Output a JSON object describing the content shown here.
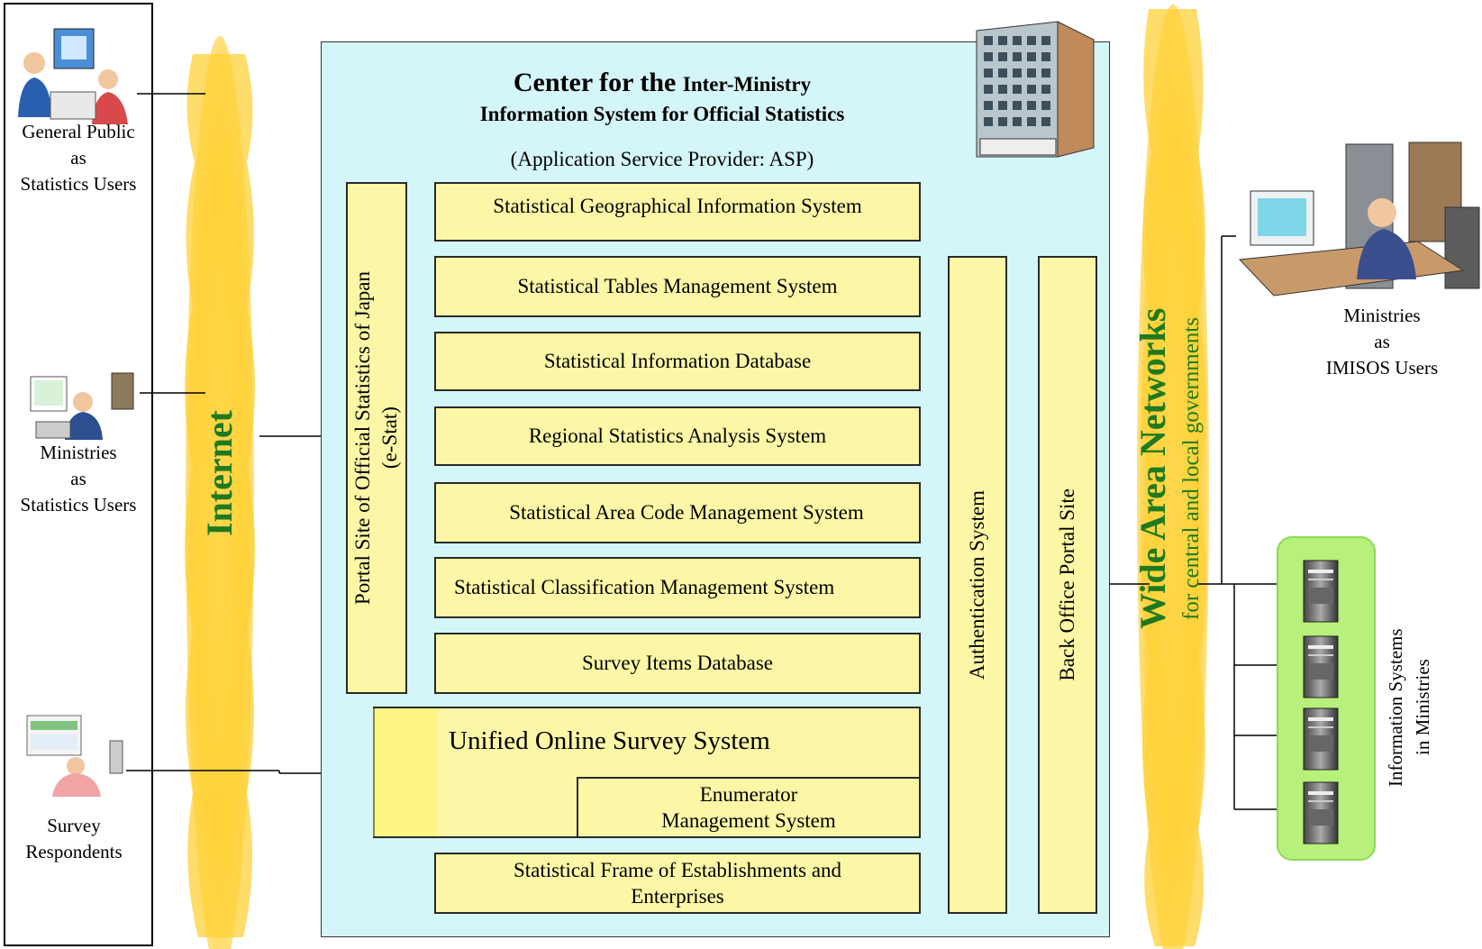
{
  "left_users": [
    {
      "lines": [
        "General Public",
        "as",
        "Statistics Users"
      ]
    },
    {
      "lines": [
        "Ministries",
        "as",
        "Statistics Users"
      ]
    },
    {
      "lines": [
        "Survey",
        "Respondents"
      ]
    }
  ],
  "internet_label": "Internet",
  "center": {
    "title_big": "Center for the ",
    "title_small": "Inter-Ministry",
    "title_line2": "Information System for Official Statistics",
    "subtitle": "(Application Service Provider: ASP)",
    "portal_line1": "Portal Site of Official Statistics of Japan",
    "portal_line2": "(e-Stat)",
    "systems": [
      "Statistical Geographical Information System",
      "Statistical Tables Management System",
      "Statistical Information Database",
      "Regional Statistics Analysis System",
      "Statistical Area Code Management System",
      "Statistical Classification Management System",
      "Survey Items Database"
    ],
    "online_survey": "Unified Online Survey System",
    "enumerator_line1": "Enumerator",
    "enumerator_line2": "Management System",
    "frame_line1": "Statistical Frame of Establishments and",
    "frame_line2": "Enterprises",
    "authentication": "Authentication System",
    "back_office": "Back Office Portal Site"
  },
  "wan": {
    "title": "Wide Area Networks",
    "subtitle": "for central and local governments"
  },
  "right_users": {
    "lines": [
      "Ministries",
      "as",
      "IMISOS Users"
    ]
  },
  "info_systems": {
    "line1": "Information Systems",
    "line2": "in Ministries"
  },
  "colors": {
    "panel": "#d5f6f8",
    "box": "#fbf7a6",
    "internet_text": "#1f7a1f",
    "cloud": "#ffd23a",
    "server_bg": "#b7f07a"
  }
}
